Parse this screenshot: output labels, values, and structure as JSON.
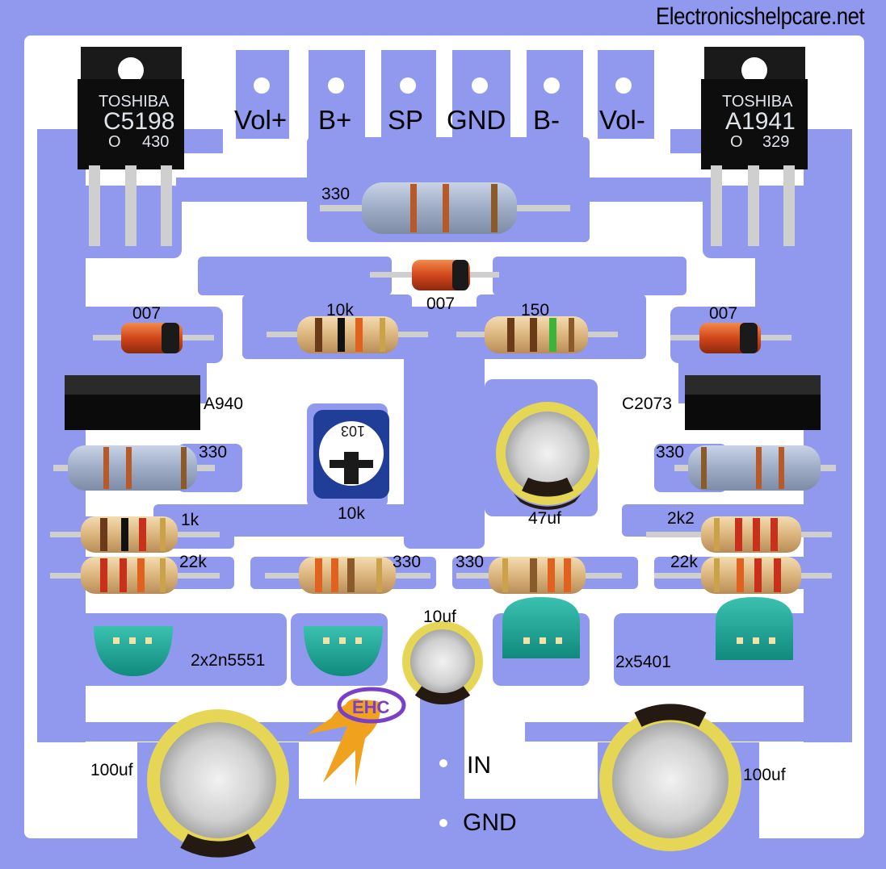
{
  "website": "Electronicshelpcare.net",
  "logo_text": "EHC",
  "terminals": {
    "vol_plus": "Vol+",
    "b_plus": "B+",
    "sp": "SP",
    "gnd_top": "GND",
    "b_minus": "B-",
    "vol_minus": "Vol-",
    "in": "IN",
    "gnd_bottom": "GND"
  },
  "transistors": {
    "left_power": {
      "maker": "TOSHIBA",
      "part": "C5198",
      "code_a": "O",
      "code_b": "430"
    },
    "right_power": {
      "maker": "TOSHIBA",
      "part": "A1941",
      "code_a": "O",
      "code_b": "329"
    },
    "driver_left": "A940",
    "driver_right": "C2073",
    "small_left": "2x2n5551",
    "small_right": "2x5401"
  },
  "resistors": {
    "top_center": "330",
    "mid_left": "10k",
    "mid_right": "150",
    "left_330": "330",
    "right_330": "330",
    "left_1k": "1k",
    "right_2k2": "2k2",
    "left_22k": "22k",
    "right_22k": "22k",
    "bottom_mid_left": "330",
    "bottom_mid_right": "330"
  },
  "diodes": {
    "center": "007",
    "left": "007",
    "right": "007"
  },
  "trimmer": {
    "label": "10k",
    "marking": "103"
  },
  "capacitors": {
    "c47": "47uf",
    "c10": "10uf",
    "c100_left": "100uf",
    "c100_right": "100uf"
  },
  "colors": {
    "copper": "#9199ee",
    "board": "#ffffff",
    "transistor_body": "#0d0d0d",
    "cap_sleeve": "#e6d655",
    "to92_body": "#1fa89a"
  }
}
